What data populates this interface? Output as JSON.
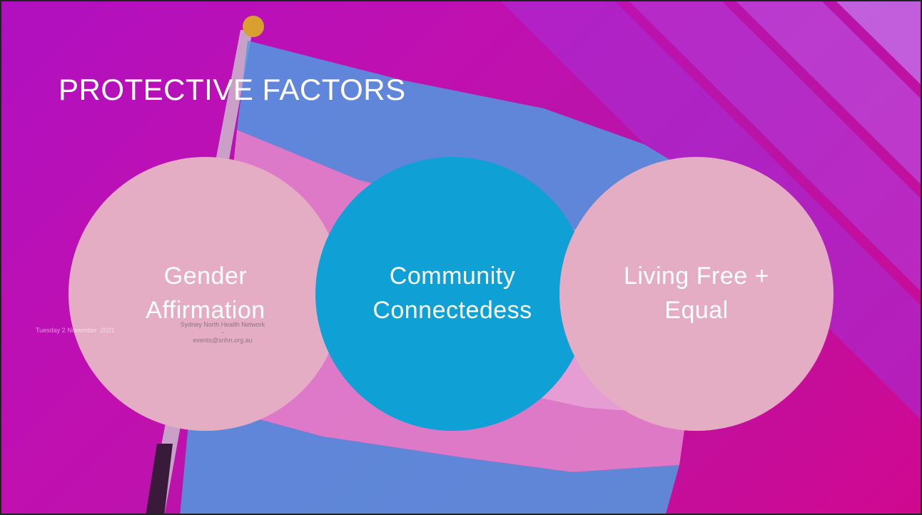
{
  "slide": {
    "title": "PROTECTIVE FACTORS",
    "factors": [
      {
        "line1": "Gender",
        "line2": "Affirmation",
        "color": "#e5adc3"
      },
      {
        "line1": "Community",
        "line2": "Connectedess",
        "color": "#0fa1d5"
      },
      {
        "line1": "Living Free +",
        "line2": "Equal",
        "color": "#e5adc3"
      }
    ],
    "footer": {
      "date": "Tuesday 2 November ,2021",
      "org_line1": "Sydney North Health Network -",
      "org_line2": "events@snhn.org.au"
    }
  },
  "colors": {
    "background": "#b010c0",
    "flag_blue": "#5ba8e6",
    "flag_pink": "#e58ac8"
  }
}
